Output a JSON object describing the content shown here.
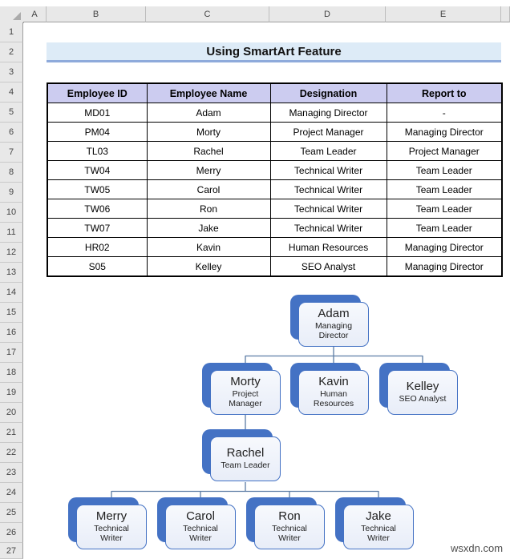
{
  "sheet": {
    "column_labels": [
      "A",
      "B",
      "C",
      "D",
      "E",
      ""
    ],
    "row_numbers": [
      "1",
      "2",
      "3",
      "4",
      "5",
      "6",
      "7",
      "8",
      "9",
      "10",
      "11",
      "12",
      "13",
      "14",
      "15",
      "16",
      "17",
      "18",
      "19",
      "20",
      "21",
      "22",
      "23",
      "24",
      "25",
      "26",
      "27"
    ]
  },
  "title": {
    "text": "Using SmartArt Feature"
  },
  "table": {
    "headers": [
      "Employee ID",
      "Employee Name",
      "Designation",
      "Report to"
    ],
    "rows": [
      [
        "MD01",
        "Adam",
        "Managing Director",
        "-"
      ],
      [
        "PM04",
        "Morty",
        "Project Manager",
        "Managing Director"
      ],
      [
        "TL03",
        "Rachel",
        "Team Leader",
        "Project Manager"
      ],
      [
        "TW04",
        "Merry",
        "Technical Writer",
        "Team Leader"
      ],
      [
        "TW05",
        "Carol",
        "Technical Writer",
        "Team Leader"
      ],
      [
        "TW06",
        "Ron",
        "Technical Writer",
        "Team Leader"
      ],
      [
        "TW07",
        "Jake",
        "Technical Writer",
        "Team Leader"
      ],
      [
        "HR02",
        "Kavin",
        "Human Resources",
        "Managing Director"
      ],
      [
        "S05",
        "Kelley",
        "SEO Analyst",
        "Managing Director"
      ]
    ]
  },
  "org_chart": {
    "type": "hierarchy",
    "nodes": [
      {
        "id": "adam",
        "name": "Adam",
        "role": "Managing Director",
        "role_lines": [
          "Managing",
          "Director"
        ],
        "reports_to": null
      },
      {
        "id": "morty",
        "name": "Morty",
        "role": "Project Manager",
        "role_lines": [
          "Project",
          "Manager"
        ],
        "reports_to": "adam"
      },
      {
        "id": "kavin",
        "name": "Kavin",
        "role": "Human Resources",
        "role_lines": [
          "Human",
          "Resources"
        ],
        "reports_to": "adam"
      },
      {
        "id": "kelley",
        "name": "Kelley",
        "role": "SEO Analyst",
        "role_lines": [
          "SEO Analyst"
        ],
        "reports_to": "adam"
      },
      {
        "id": "rachel",
        "name": "Rachel",
        "role": "Team Leader",
        "role_lines": [
          "Team Leader"
        ],
        "reports_to": "morty"
      },
      {
        "id": "merry",
        "name": "Merry",
        "role": "Technical Writer",
        "role_lines": [
          "Technical",
          "Writer"
        ],
        "reports_to": "rachel"
      },
      {
        "id": "carol",
        "name": "Carol",
        "role": "Technical Writer",
        "role_lines": [
          "Technical",
          "Writer"
        ],
        "reports_to": "rachel"
      },
      {
        "id": "ron",
        "name": "Ron",
        "role": "Technical Writer",
        "role_lines": [
          "Technical",
          "Writer"
        ],
        "reports_to": "rachel"
      },
      {
        "id": "jake",
        "name": "Jake",
        "role": "Technical Writer",
        "role_lines": [
          "Technical",
          "Writer"
        ],
        "reports_to": "rachel"
      }
    ]
  },
  "watermark": {
    "text": "wsxdn.com"
  },
  "colors": {
    "accent_blue": "#4472C4",
    "node_fill": "#ECF0FA",
    "connector": "#5C7CA5",
    "table_header_fill": "#CCCCF0",
    "title_fill": "#DDEBF7",
    "title_border": "#8EAADB",
    "chrome_gray": "#E8E8E8"
  }
}
